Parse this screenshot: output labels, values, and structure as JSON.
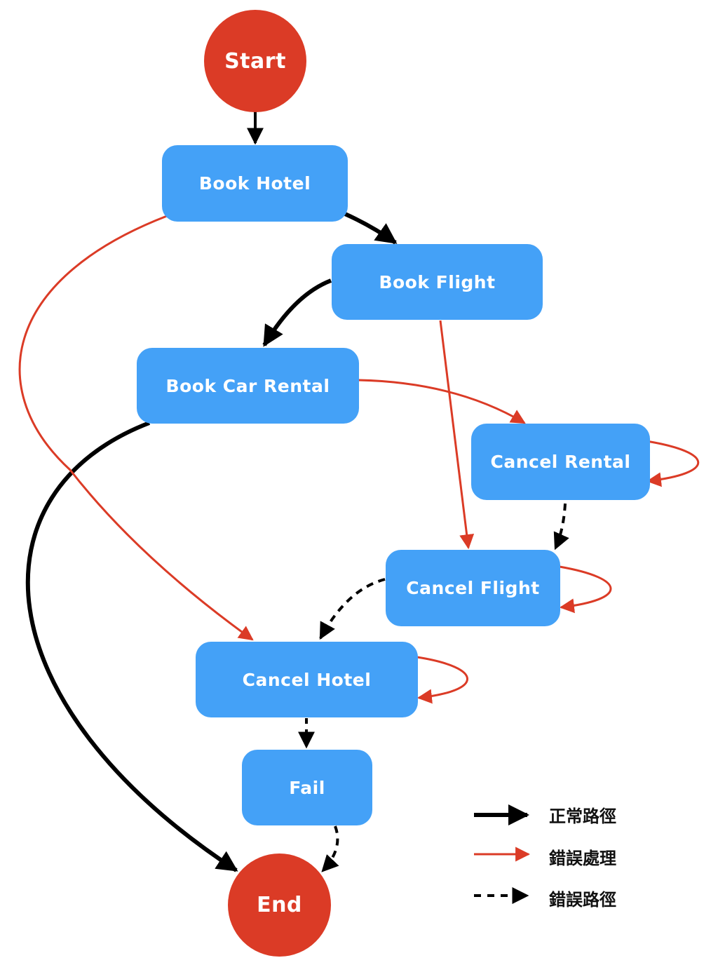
{
  "colors": {
    "node_fill": "#44a1f7",
    "terminal_fill": "#db3b26",
    "normal_edge": "#000000",
    "error_edge": "#db3b26",
    "text": "#ffffff"
  },
  "nodes": {
    "start": "Start",
    "book_hotel": "Book Hotel",
    "book_flight": "Book Flight",
    "book_car_rental": "Book Car Rental",
    "cancel_rental": "Cancel Rental",
    "cancel_flight": "Cancel Flight",
    "cancel_hotel": "Cancel Hotel",
    "fail": "Fail",
    "end": "End"
  },
  "edges": [
    {
      "from": "Start",
      "to": "Book Hotel",
      "type": "normal"
    },
    {
      "from": "Book Hotel",
      "to": "Book Flight",
      "type": "normal"
    },
    {
      "from": "Book Flight",
      "to": "Book Car Rental",
      "type": "normal"
    },
    {
      "from": "Book Car Rental",
      "to": "End",
      "type": "normal"
    },
    {
      "from": "Book Hotel",
      "to": "Cancel Hotel",
      "type": "error_handling"
    },
    {
      "from": "Book Flight",
      "to": "Cancel Flight",
      "type": "error_handling"
    },
    {
      "from": "Book Car Rental",
      "to": "Cancel Rental",
      "type": "error_handling"
    },
    {
      "from": "Cancel Rental",
      "to": "Cancel Rental",
      "type": "error_handling"
    },
    {
      "from": "Cancel Flight",
      "to": "Cancel Flight",
      "type": "error_handling"
    },
    {
      "from": "Cancel Hotel",
      "to": "Cancel Hotel",
      "type": "error_handling"
    },
    {
      "from": "Cancel Rental",
      "to": "Cancel Flight",
      "type": "error_path"
    },
    {
      "from": "Cancel Flight",
      "to": "Cancel Hotel",
      "type": "error_path"
    },
    {
      "from": "Cancel Hotel",
      "to": "Fail",
      "type": "error_path"
    },
    {
      "from": "Fail",
      "to": "End",
      "type": "error_path"
    }
  ],
  "legend": [
    {
      "style": "normal",
      "label": "正常路徑"
    },
    {
      "style": "error_handling",
      "label": "錯誤處理"
    },
    {
      "style": "error_path",
      "label": "錯誤路徑"
    }
  ]
}
